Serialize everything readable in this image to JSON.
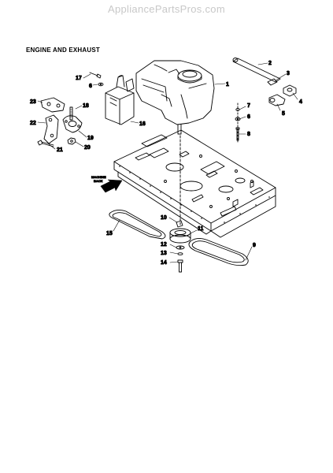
{
  "watermark": "AppliancePartsPros.com",
  "title": "ENGINE AND EXHAUST",
  "machine_back_label": [
    "MACHINE",
    "BACK"
  ],
  "callouts": {
    "c1": "1",
    "c2": "2",
    "c3": "3",
    "c4": "4",
    "c5": "5",
    "c6a": "6",
    "c6b": "6",
    "c7": "7",
    "c8": "8",
    "c9": "9",
    "c10": "10",
    "c11": "11",
    "c12": "12",
    "c13": "13",
    "c14": "14",
    "c15": "15",
    "c16": "16",
    "c17": "17",
    "c18": "18",
    "c19": "19",
    "c20": "20",
    "c21": "21",
    "c22": "22",
    "c23": "23"
  },
  "colors": {
    "line": "#000000",
    "watermark": "#c8c8c8",
    "background": "#ffffff"
  }
}
